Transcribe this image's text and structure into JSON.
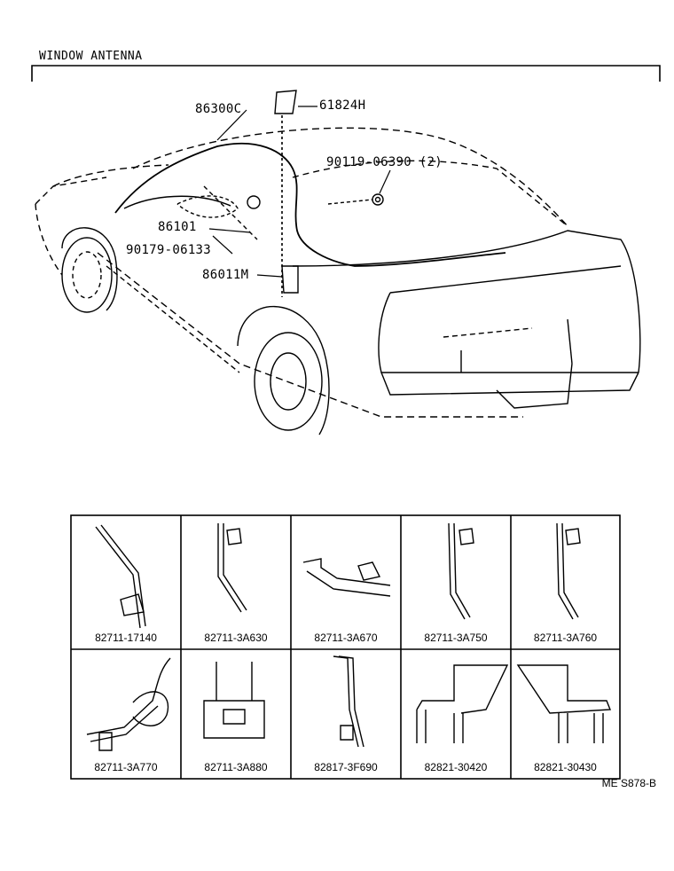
{
  "section_title": "WINDOW ANTENNA",
  "callouts": [
    {
      "id": "c1",
      "label": "86300C"
    },
    {
      "id": "c2",
      "label": "61824H"
    },
    {
      "id": "c3",
      "label": "90119-06390 (2)"
    },
    {
      "id": "c4",
      "label": "86101"
    },
    {
      "id": "c5",
      "label": "90179-06133"
    },
    {
      "id": "c6",
      "label": "86011M"
    }
  ],
  "parts_table": [
    {
      "label": "82711-17140"
    },
    {
      "label": "82711-3A630"
    },
    {
      "label": "82711-3A670"
    },
    {
      "label": "82711-3A750"
    },
    {
      "label": "82711-3A760"
    },
    {
      "label": "82711-3A770"
    },
    {
      "label": "82711-3A880"
    },
    {
      "label": "82817-3F690"
    },
    {
      "label": "82821-30420"
    },
    {
      "label": "82821-30430"
    }
  ],
  "diagram_code": "ME S878-B"
}
